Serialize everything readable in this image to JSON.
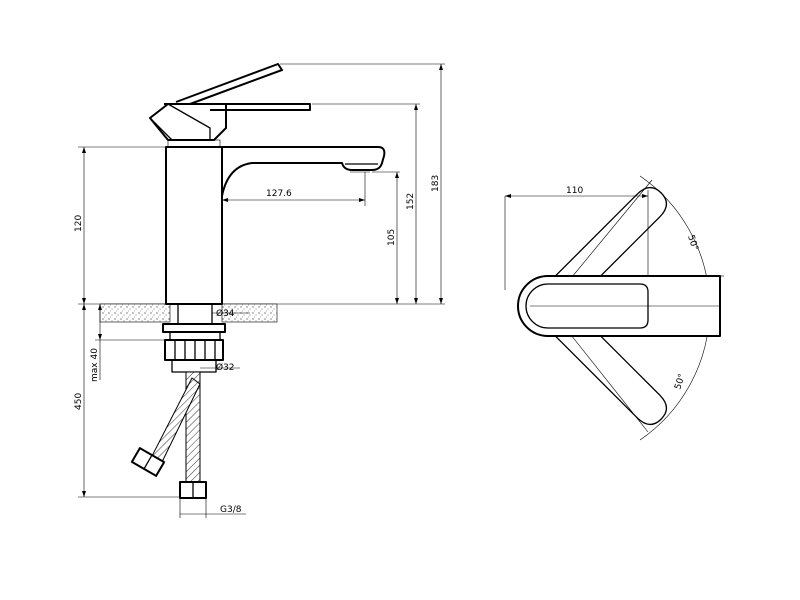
{
  "dimensions": {
    "spout_reach": "127.6",
    "spout_height": "105",
    "body_height": "120",
    "handle_height": "152",
    "total_height": "183",
    "thread_diameter": "Ø34",
    "nut_diameter": "Ø32",
    "max_deck_thickness": "max 40",
    "hose_length": "450",
    "hose_connector": "G3/8",
    "plan_width": "110",
    "lever_angle_up": "50°",
    "lever_angle_down": "50°"
  },
  "colors": {
    "line": "#000000",
    "background": "#ffffff"
  }
}
